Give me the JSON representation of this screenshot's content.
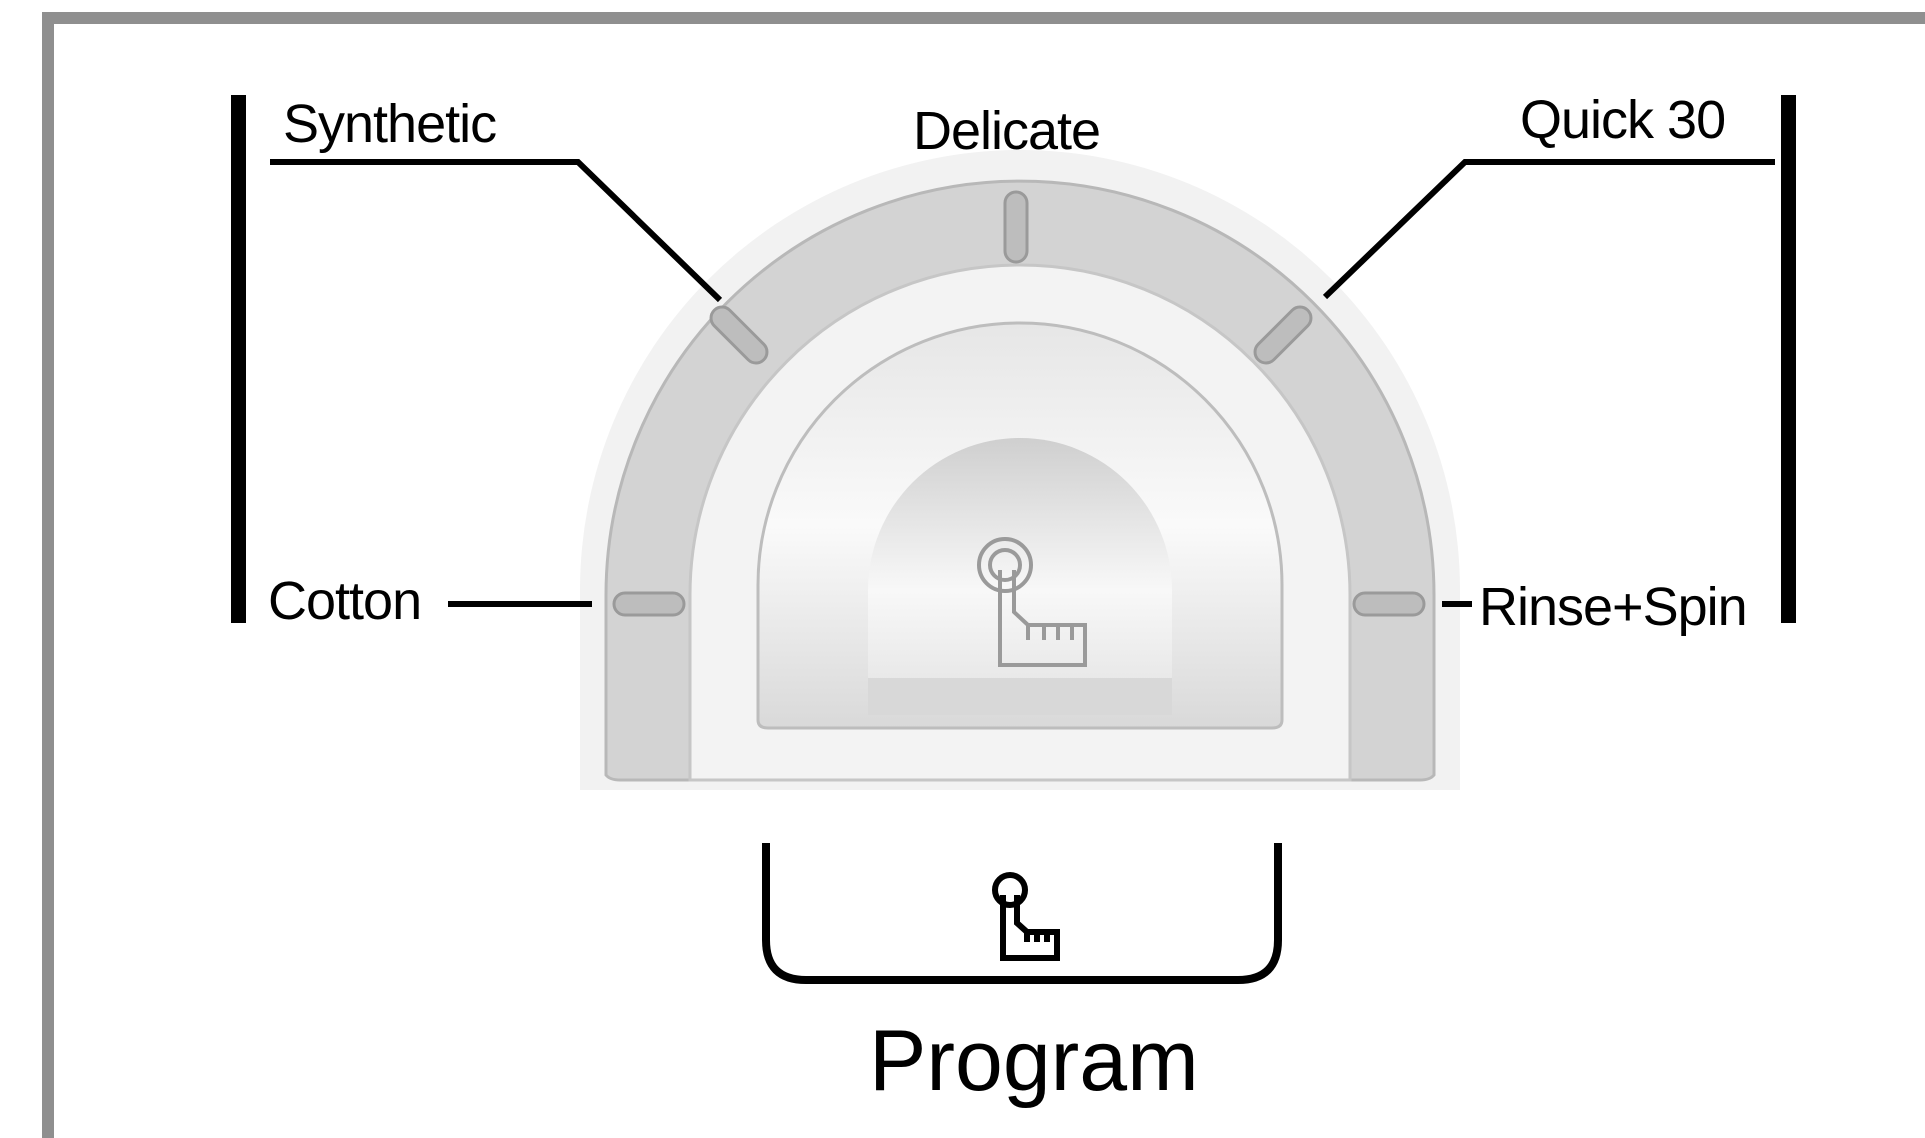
{
  "programs": {
    "synthetic": "Synthetic",
    "delicate": "Delicate",
    "quick": "Quick 30",
    "cotton": "Cotton",
    "rinse": "Rinse+Spin"
  },
  "button_label": "Program",
  "icons": {
    "dial_icon": "touch-hand-icon",
    "button_icon": "touch-hand-icon"
  },
  "colors": {
    "frame": "#8f8f8f",
    "dial_outer": "#d4d4d4",
    "dial_inner": "#f4f4f4",
    "ink": "#000000"
  }
}
